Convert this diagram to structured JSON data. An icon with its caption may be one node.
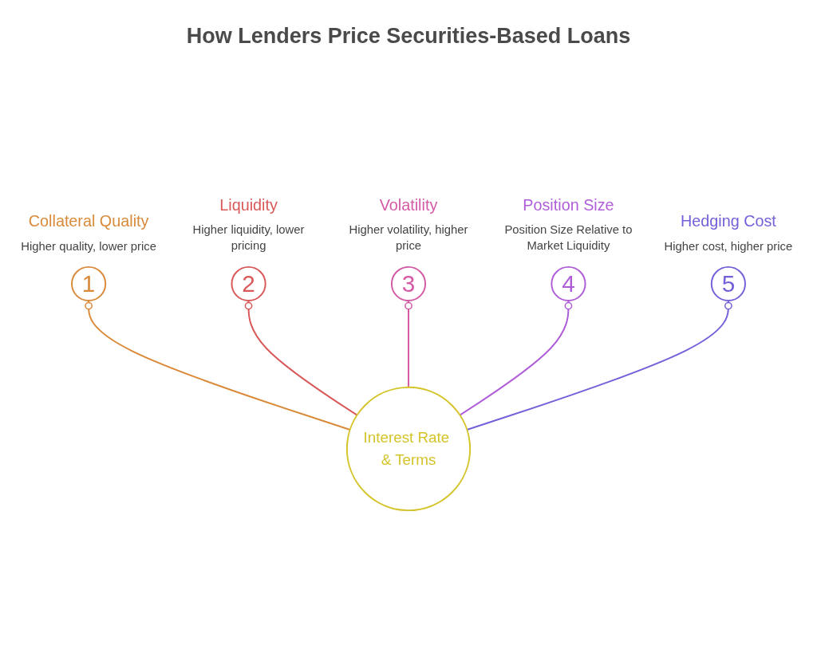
{
  "diagram": {
    "title": "How Lenders Price Securities-Based Loans",
    "nodes": [
      {
        "text": [
          "1"
        ],
        "beside": [
          "Collateral Quality",
          "Higher quality, lower price"
        ]
      },
      {
        "text": [
          "2"
        ],
        "beside": [
          "Liquidity",
          "Higher liquidity, lower pricing"
        ]
      },
      {
        "text": [
          "3"
        ],
        "beside": [
          "Volatility",
          "Higher volatility, higher price"
        ]
      },
      {
        "text": [
          "4"
        ],
        "beside": [
          "Position Size",
          "Position Size Relative to Market Liquidity"
        ]
      },
      {
        "text": [
          "5"
        ],
        "beside": [
          "Hedging Cost",
          "Higher cost, higher price"
        ]
      },
      {
        "text": [
          "Interest Rate & Terms"
        ]
      }
    ],
    "edges": [
      {
        "from": 5,
        "to": 0,
        "arrow": "other",
        "color": "#d98a3a"
      },
      {
        "from": 5,
        "to": 1,
        "arrow": "other",
        "color": "#d9595a"
      },
      {
        "from": 5,
        "to": 2,
        "arrow": "other",
        "color": "#d45aa6"
      },
      {
        "from": 5,
        "to": 3,
        "arrow": "other",
        "color": "#b05ed8"
      },
      {
        "from": 5,
        "to": 4,
        "arrow": "other",
        "color": "#7460d8"
      }
    ]
  }
}
